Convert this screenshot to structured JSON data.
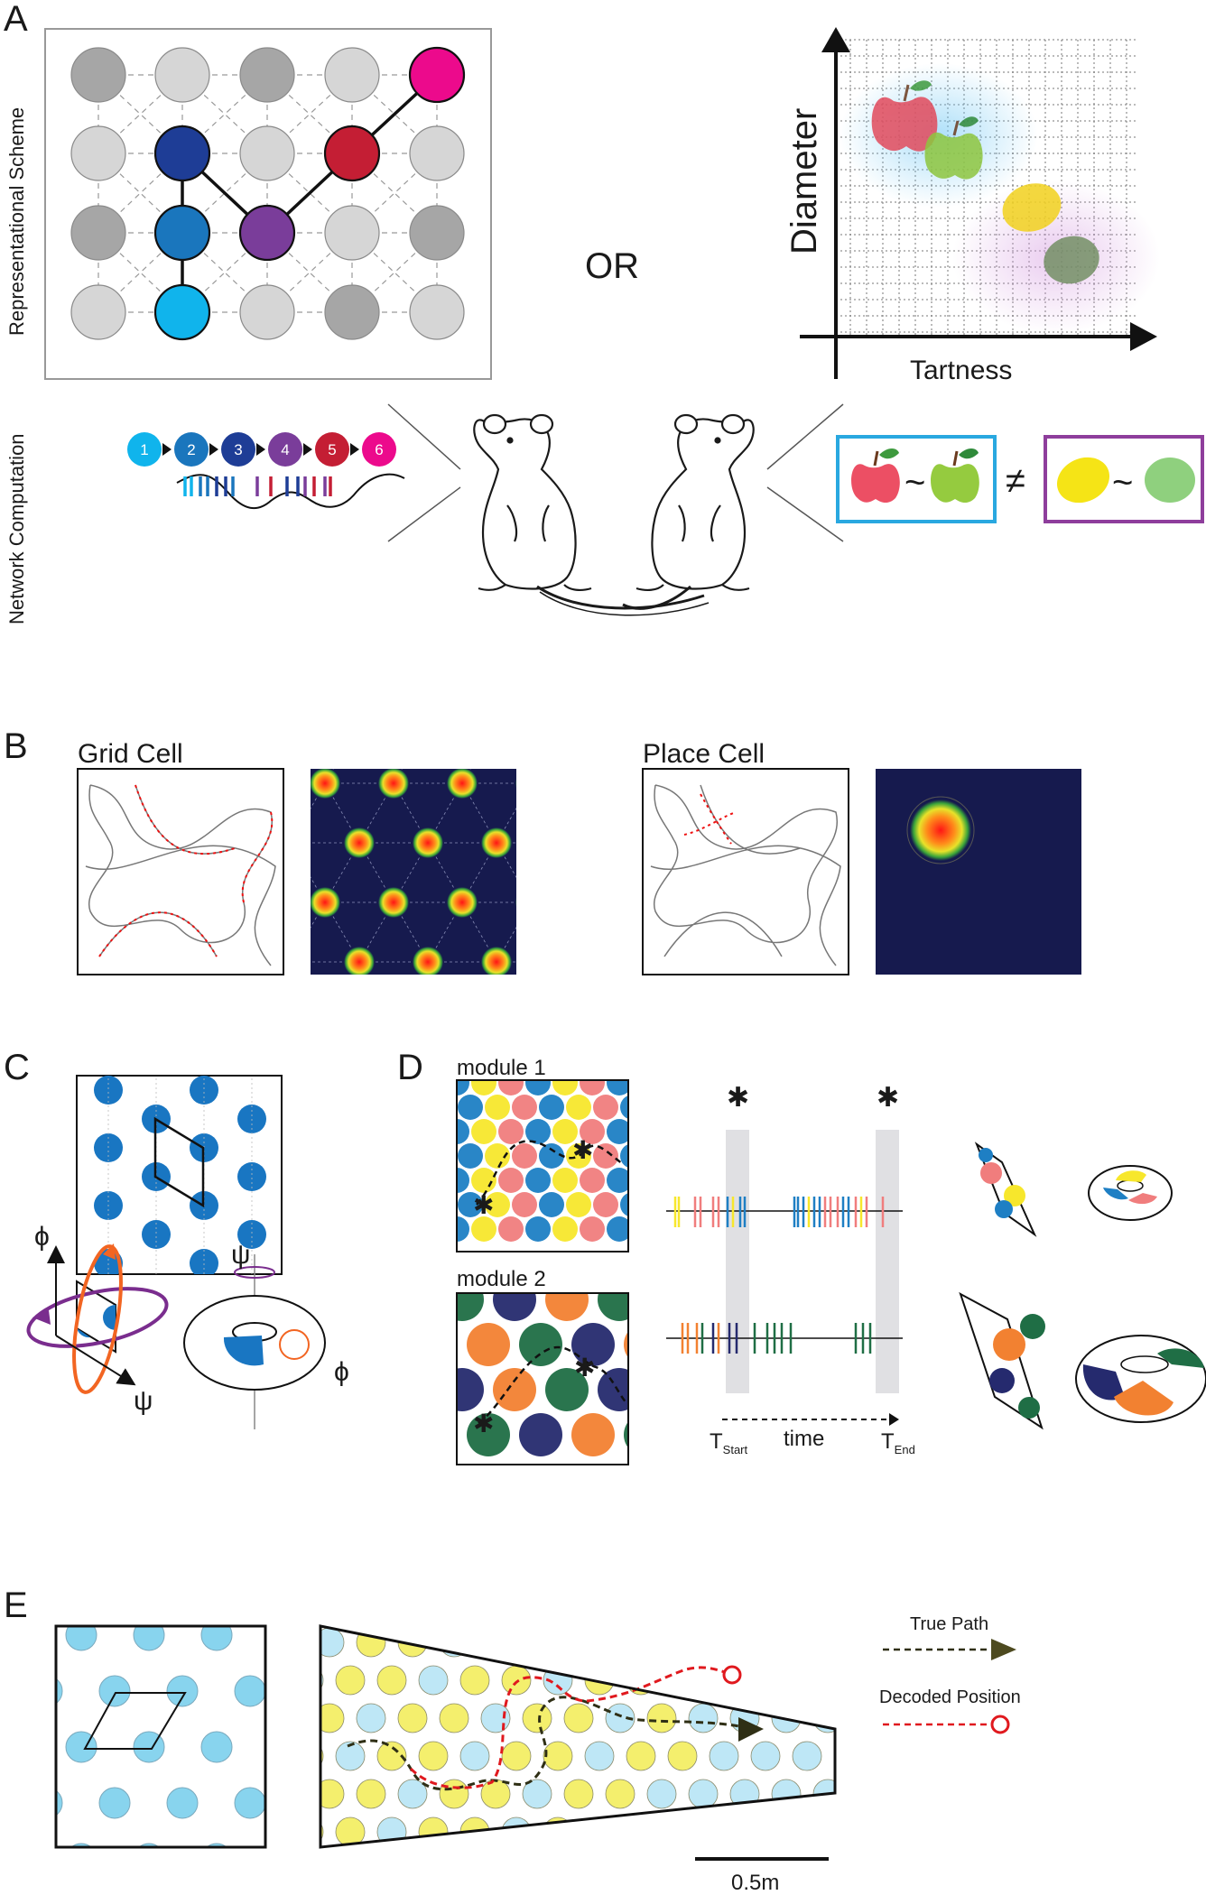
{
  "panels": {
    "a": {
      "label": "A",
      "row_label_top": "Representational Scheme",
      "row_label_bottom": "Network Computation",
      "or_text": "OR",
      "axis_y": "Diameter",
      "axis_x": "Tartness",
      "sequence": [
        "1",
        "2",
        "3",
        "4",
        "5",
        "6"
      ],
      "similar_symbol": "~",
      "not_equal_symbol": "≠"
    },
    "b": {
      "label": "B",
      "grid_title": "Grid Cell",
      "place_title": "Place Cell"
    },
    "c": {
      "label": "C",
      "phi": "ϕ",
      "psi": "ψ"
    },
    "d": {
      "label": "D",
      "module1": "module 1",
      "module2": "module 2",
      "time_label": "time",
      "t_start": "T",
      "t_start_sub": "Start",
      "t_end": "T",
      "t_end_sub": "End"
    },
    "e": {
      "label": "E",
      "legend_true": "True Path",
      "legend_decoded": "Decoded Position",
      "scale": "0.5m"
    }
  },
  "colors": {
    "seq": [
      "#10b4ec",
      "#1a76bd",
      "#1e3d96",
      "#7a3d9a",
      "#c41e34",
      "#ec0a8c"
    ],
    "magenta": "#ec0a8c",
    "red": "#c41e34",
    "navy": "#1e3d96",
    "blue": "#1a76bd",
    "purple": "#7a3d9a",
    "cyan": "#10b4ec",
    "light_grey": "#d6d6d6",
    "dark_grey": "#a6a6a6",
    "heat_bg": "#161a4e",
    "grid_blue": "#1976c2",
    "dec_red": "#e0191e",
    "true_path": "#2f2f15",
    "mod1": [
      "#f07d7d",
      "#1e7fc4",
      "#f7e72c"
    ],
    "mod2": [
      "#1f6e45",
      "#252a6e",
      "#f28131"
    ],
    "e_blue": "#88d4ee",
    "e_yellow": "#f4ef6d"
  }
}
